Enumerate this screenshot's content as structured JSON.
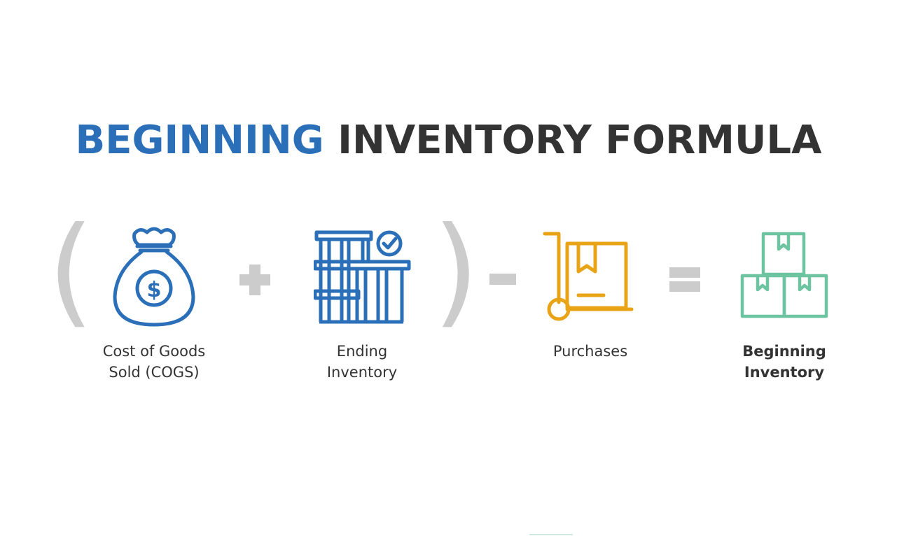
{
  "title": {
    "highlight": "BEGINNING",
    "rest": "INVENTORY FORMULA"
  },
  "colors": {
    "title_blue": "#2a6fb8",
    "title_dark": "#333333",
    "operator_gray": "#cccccc",
    "cogs_icon": "#2a6fb8",
    "ending_icon": "#2a6fb8",
    "purchases_icon": "#e8a317",
    "beginning_icon": "#6cc4a1"
  },
  "brackets": {
    "open": "(",
    "close": ")"
  },
  "terms": [
    {
      "id": "cogs",
      "icon": "money-bag-icon",
      "line1": "Cost of Goods",
      "line2": "Sold (COGS)"
    },
    {
      "id": "ending",
      "icon": "inventory-shelves-icon",
      "line1": "Ending",
      "line2": "Inventory"
    },
    {
      "id": "purchases",
      "icon": "hand-truck-icon",
      "line1": "Purchases",
      "line2": ""
    },
    {
      "id": "beginning",
      "icon": "stacked-boxes-icon",
      "line1": "Beginning",
      "line2": "Inventory"
    }
  ],
  "operators": [
    "plus",
    "minus",
    "equals"
  ]
}
